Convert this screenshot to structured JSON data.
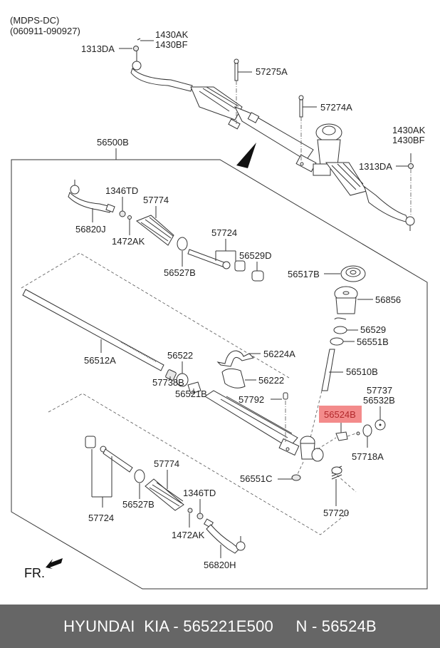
{
  "header": {
    "model": "(MDPS-DC)",
    "date_range": "(060911-090927)"
  },
  "assembly_label": "56500B",
  "highlight_color": "#f38b8b",
  "labels": {
    "top_1313DA_left": "1313DA",
    "top_1430AK_left": "1430AK",
    "top_1430BF_left": "1430BF",
    "p57275A": "57275A",
    "p57274A": "57274A",
    "top_1430AK_right": "1430AK",
    "top_1430BF_right": "1430BF",
    "top_1313DA_right": "1313DA",
    "p1346TD_upper": "1346TD",
    "p57774_upper": "57774",
    "p56820J": "56820J",
    "p1472AK_upper": "1472AK",
    "p57724_upper": "57724",
    "p56529D": "56529D",
    "p56527B_upper": "56527B",
    "p56517B": "56517B",
    "p56856": "56856",
    "p56529": "56529",
    "p56551B": "56551B",
    "p56510B": "56510B",
    "p56512A": "56512A",
    "p56522": "56522",
    "p56224A": "56224A",
    "p56222": "56222",
    "p57738B": "57738B",
    "p56521B": "56521B",
    "p57792": "57792",
    "p57737": "57737",
    "p56532B": "56532B",
    "p56524B": "56524B",
    "p57718A": "57718A",
    "p56551C": "56551C",
    "p57720": "57720",
    "p57774_lower": "57774",
    "p1346TD_lower": "1346TD",
    "p57724_lower": "57724",
    "p56527B_lower": "56527B",
    "p1472AK_lower": "1472AK",
    "p56820H": "56820H"
  },
  "direction_label": "FR.",
  "footer": {
    "text": "HYUNDAI  KIA - 565221E500     N - 56524B"
  }
}
